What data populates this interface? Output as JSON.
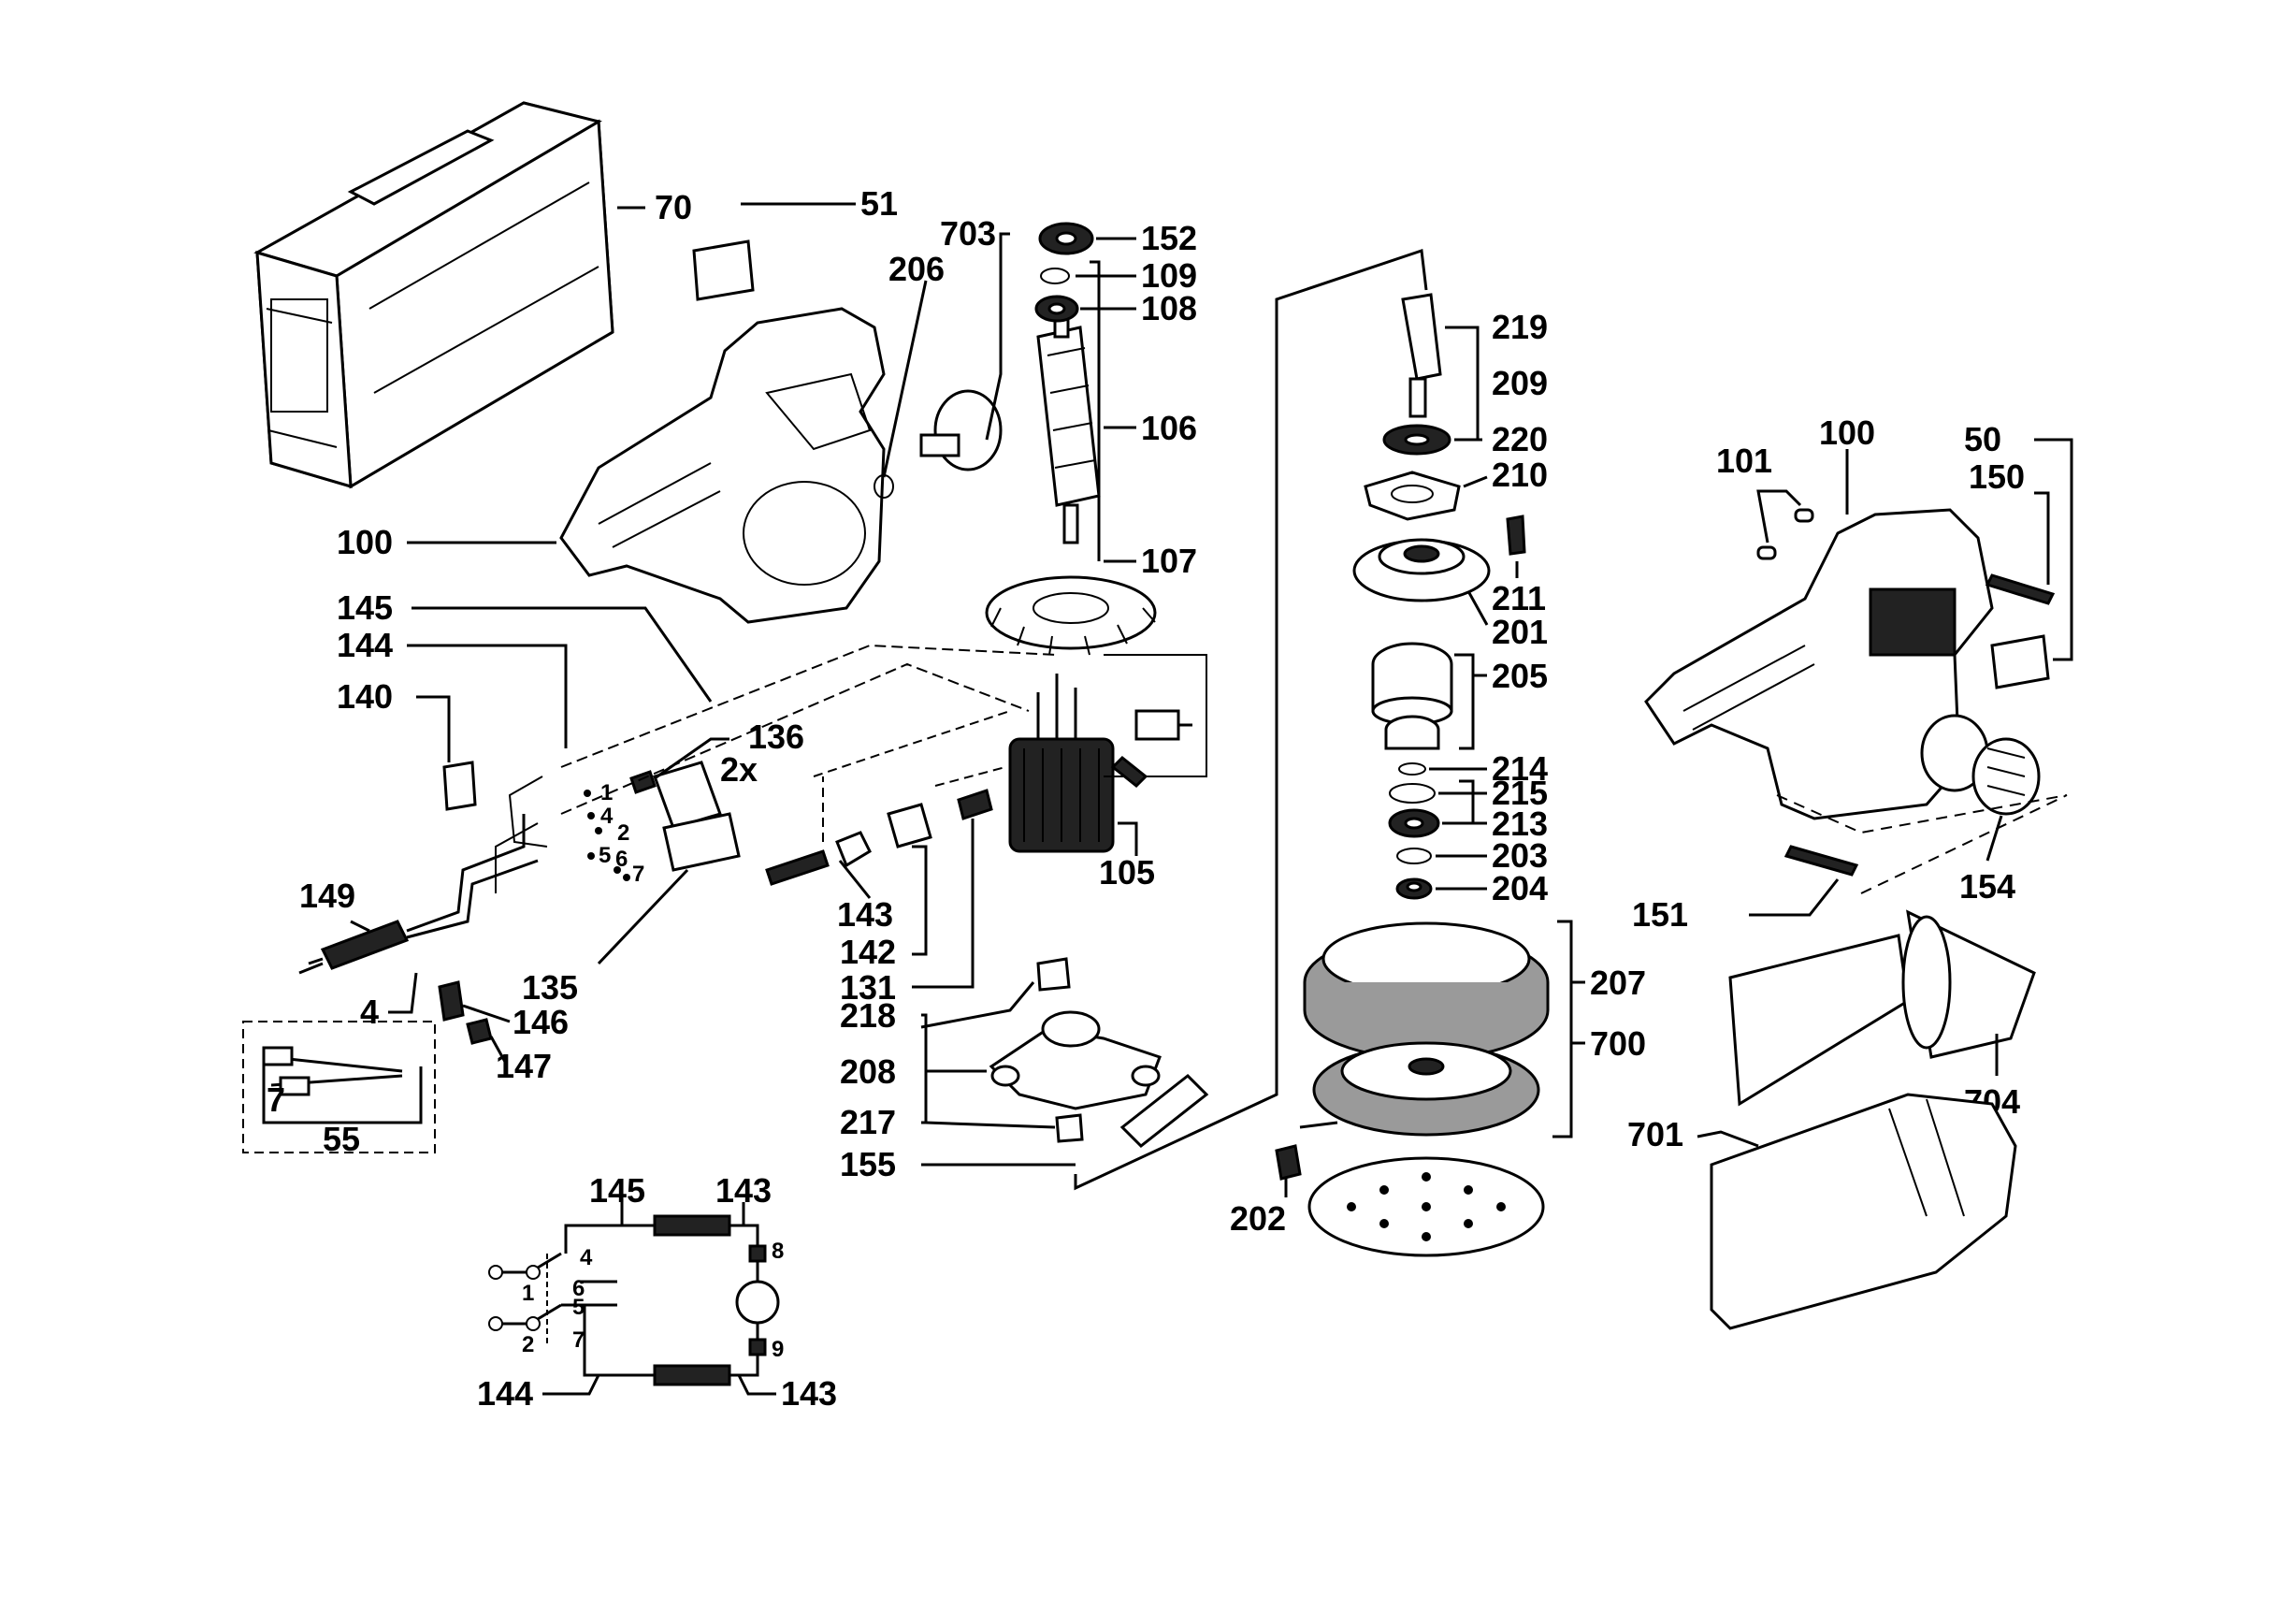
{
  "labels": {
    "l70": "70",
    "l51": "51",
    "l703": "703",
    "l152": "152",
    "l109": "109",
    "l108": "108",
    "l206": "206",
    "l106": "106",
    "l107": "107",
    "l100a": "100",
    "l145": "145",
    "l144": "144",
    "l140": "140",
    "l136": "136",
    "l2x": "2x",
    "l149": "149",
    "l4": "4",
    "l135": "135",
    "l146": "146",
    "l147": "147",
    "l55": "55",
    "l7box": "7",
    "l143": "143",
    "l142": "142",
    "l131": "131",
    "l105": "105",
    "l218": "218",
    "l208": "208",
    "l217": "217",
    "l155": "155",
    "l219": "219",
    "l209": "209",
    "l220": "220",
    "l210": "210",
    "l211": "211",
    "l201": "201",
    "l205": "205",
    "l214": "214",
    "l215": "215",
    "l213": "213",
    "l203": "203",
    "l204": "204",
    "l207": "207",
    "l700": "700",
    "l202": "202",
    "l100b": "100",
    "l101": "101",
    "l50": "50",
    "l150": "150",
    "l151": "151",
    "l154": "154",
    "l704": "704",
    "l701": "701",
    "t1": "1",
    "t4": "4",
    "t2": "2",
    "t5": "5",
    "t6": "6",
    "t7": "7",
    "w145": "145",
    "w143a": "143",
    "w144": "144",
    "w143b": "143",
    "w8": "8",
    "w9": "9",
    "w4": "4",
    "w6": "6",
    "w5": "5",
    "w7": "7",
    "w1": "1",
    "w2": "2"
  }
}
